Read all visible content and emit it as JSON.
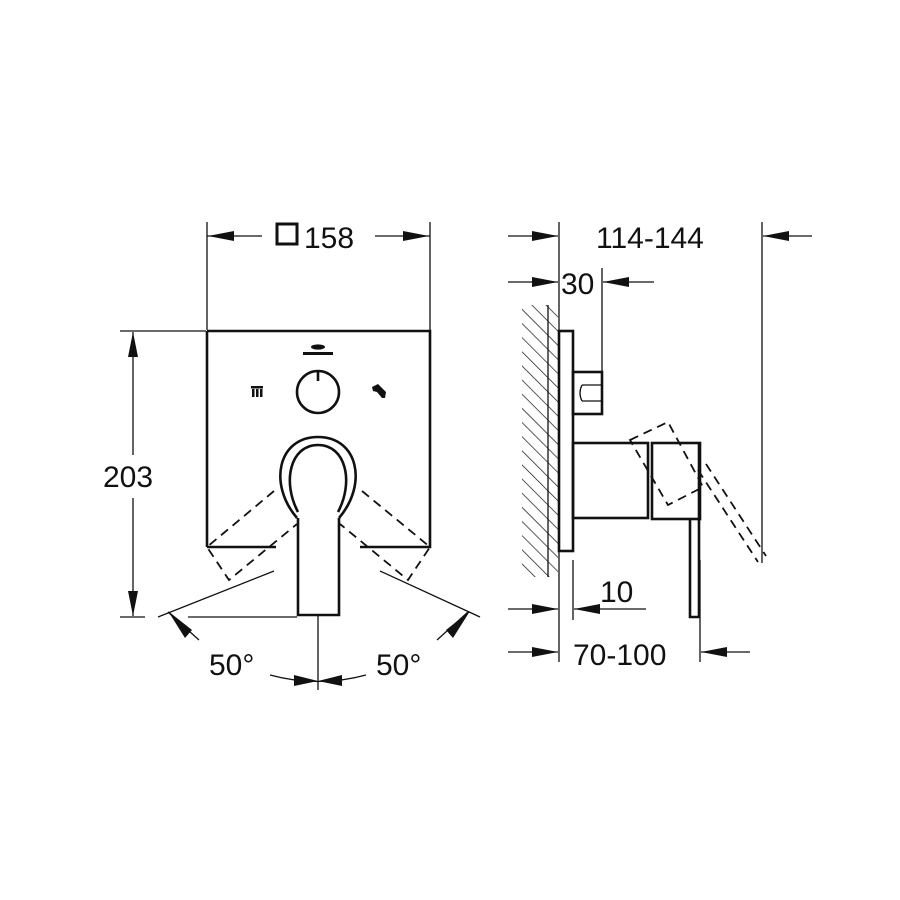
{
  "drawing": {
    "title": "Concealed diverter trim dimensional drawing",
    "line_color": "#111111",
    "background": "#ffffff",
    "front_view": {
      "width_label": "158",
      "width_symbol": "square",
      "height_label": "203",
      "left_angle_label": "50°",
      "right_angle_label": "50°",
      "icons": [
        "brand-logo-icon",
        "bathtub-spout-icon",
        "diverter-knob-icon",
        "hand-shower-icon"
      ]
    },
    "side_view": {
      "overall_depth_label": "114-144",
      "knob_depth_label": "30",
      "plate_thickness_label": "10",
      "lever_depth_label": "70-100"
    }
  }
}
